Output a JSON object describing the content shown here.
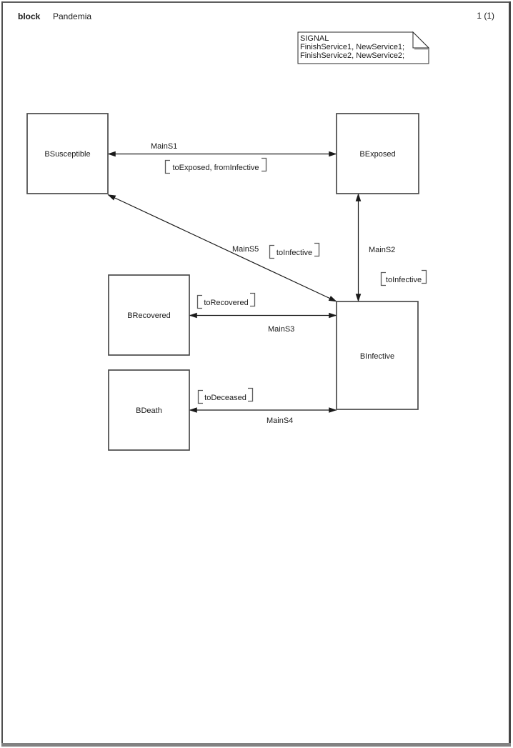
{
  "header": {
    "kind": "block",
    "title": "Pandemia",
    "page_number": "1 (1)"
  },
  "signal_note": {
    "line1": "SIGNAL",
    "line2": "FinishService1, NewService1;",
    "line3": "FinishService2, NewService2;"
  },
  "blocks": {
    "susceptible": {
      "label": "BSusceptible"
    },
    "exposed": {
      "label": "BExposed"
    },
    "recovered": {
      "label": "BRecovered"
    },
    "death": {
      "label": "BDeath"
    },
    "infective": {
      "label": "BInfective"
    }
  },
  "channels": {
    "mains1": {
      "name": "MainS1",
      "signal_list": "toExposed, fromInfective"
    },
    "mains2": {
      "name": "MainS2",
      "signal_list": "toInfective"
    },
    "mains3": {
      "name": "MainS3",
      "signal_list": "toRecovered"
    },
    "mains4": {
      "name": "MainS4",
      "signal_list": "toDeceased"
    },
    "mains5": {
      "name": "MainS5",
      "signal_list": "toInfective"
    }
  },
  "colors": {
    "line": "#1a1a1a",
    "block_border": "#4a4a4a",
    "frame_shadow": "#828282",
    "background": "#ffffff"
  }
}
